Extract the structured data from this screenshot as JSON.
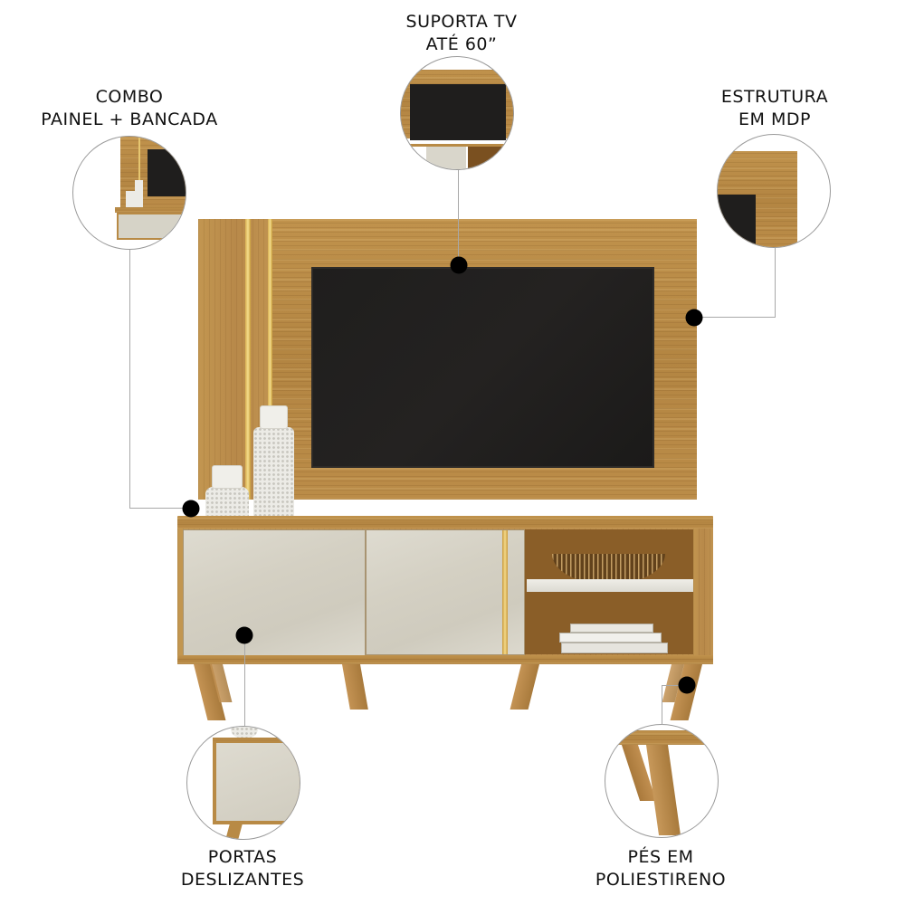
{
  "features": [
    {
      "id": "suporta-tv",
      "line1": "SUPORTA TV",
      "line2": "ATÉ 60”"
    },
    {
      "id": "combo",
      "line1": "COMBO",
      "line2": "PAINEL + BANCADA"
    },
    {
      "id": "estrutura",
      "line1": "ESTRUTURA",
      "line2": "EM MDP"
    },
    {
      "id": "portas",
      "line1": "PORTAS",
      "line2": "DESLIZANTES"
    },
    {
      "id": "pes",
      "line1": "PÉS EM",
      "line2": "POLIESTIRENO"
    }
  ],
  "colors": {
    "wood": "#b88a45",
    "tv_screen": "#1f1e1d",
    "door_offwhite": "#d6d3c7",
    "gold_accent": "#e2c06a",
    "marker": "#000000",
    "leader_line": "#a8a8a8"
  },
  "product": {
    "type": "painel + bancada para TV",
    "parts": [
      "painel",
      "tv",
      "bancada",
      "portas-deslizantes",
      "nicho",
      "prateleira",
      "pés"
    ]
  }
}
